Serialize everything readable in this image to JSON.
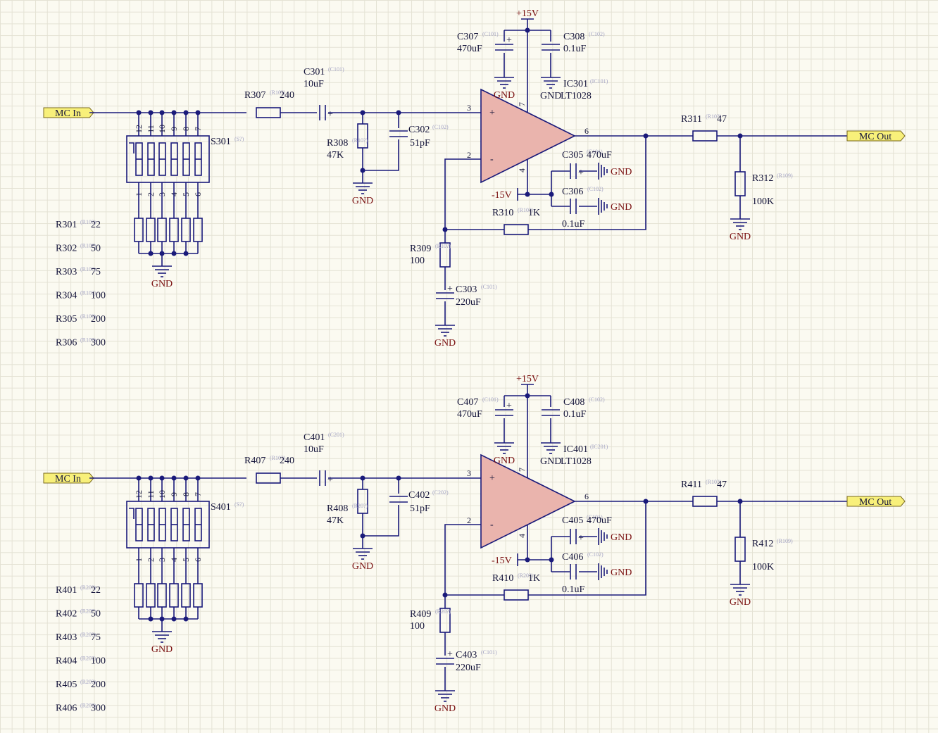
{
  "sheet": {
    "background": "#fbfaf1",
    "wire_color": "#1a1a7a",
    "opamp_fill": "#eab4ad",
    "port_fill": "#f8f07a"
  },
  "stages": [
    {
      "in_port": "MC In",
      "out_port": "MC Out",
      "switch": {
        "des": "S301",
        "comment": "(S?)"
      },
      "sw_pins_top": [
        "12",
        "11",
        "10",
        "9",
        "8",
        "7"
      ],
      "sw_pins_bot": [
        "1",
        "2",
        "3",
        "4",
        "5",
        "6"
      ],
      "sw_res": [
        {
          "des": "R301",
          "comment": "(R10?)",
          "val": "22"
        },
        {
          "des": "R302",
          "comment": "(R10?)",
          "val": "50"
        },
        {
          "des": "R303",
          "comment": "(R10?)",
          "val": "75"
        },
        {
          "des": "R304",
          "comment": "(R10?)",
          "val": "100"
        },
        {
          "des": "R305",
          "comment": "(R10?)",
          "val": "200"
        },
        {
          "des": "R306",
          "comment": "(R10?)",
          "val": "300"
        }
      ],
      "gnd": "GND",
      "r307": {
        "des": "R307",
        "comment": "(R10?)",
        "val": "240"
      },
      "c301": {
        "des": "C301",
        "comment": "(C101)",
        "val": "10uF"
      },
      "r308": {
        "des": "R308",
        "comment": "(R10?)",
        "val": "47K"
      },
      "c302": {
        "des": "C302",
        "comment": "(C102)",
        "val": "51pF"
      },
      "c307": {
        "des": "C307",
        "comment": "(C101)",
        "val": "470uF"
      },
      "c308": {
        "des": "C308",
        "comment": "(C102)",
        "val": "0.1uF"
      },
      "ic": {
        "des": "IC301",
        "comment": "(IC101)",
        "val": "LT1028"
      },
      "vpos": "+15V",
      "vneg": "-15V",
      "pins": {
        "p3": "3",
        "p2": "2",
        "p6": "6",
        "p7": "7",
        "p4": "4",
        "plus": "+",
        "minus": "-"
      },
      "c305": {
        "des": "C305",
        "comment": "(C101)",
        "val": "470uF"
      },
      "c306": {
        "des": "C306",
        "comment": "(C102)",
        "val": "0.1uF"
      },
      "r310": {
        "des": "R310",
        "comment": "(R10?)",
        "val": "1K"
      },
      "r309": {
        "des": "R309",
        "comment": "(R10?)",
        "val": "100"
      },
      "c303": {
        "des": "C303",
        "comment": "(C101)",
        "val": "220uF"
      },
      "r311": {
        "des": "R311",
        "comment": "(R10?)",
        "val": "47"
      },
      "r312": {
        "des": "R312",
        "comment": "(R109)",
        "val": "100K"
      }
    },
    {
      "in_port": "MC In",
      "out_port": "MC Out",
      "switch": {
        "des": "S401",
        "comment": "(S?)"
      },
      "sw_pins_top": [
        "12",
        "11",
        "10",
        "9",
        "8",
        "7"
      ],
      "sw_pins_bot": [
        "1",
        "2",
        "3",
        "4",
        "5",
        "6"
      ],
      "sw_res": [
        {
          "des": "R401",
          "comment": "(R20?)",
          "val": "22"
        },
        {
          "des": "R402",
          "comment": "(R20?)",
          "val": "50"
        },
        {
          "des": "R403",
          "comment": "(R20?)",
          "val": "75"
        },
        {
          "des": "R404",
          "comment": "(R20?)",
          "val": "100"
        },
        {
          "des": "R405",
          "comment": "(R20?)",
          "val": "200"
        },
        {
          "des": "R406",
          "comment": "(R20?)",
          "val": "300"
        }
      ],
      "gnd": "GND",
      "r307": {
        "des": "R407",
        "comment": "(R10?)",
        "val": "240"
      },
      "c301": {
        "des": "C401",
        "comment": "(C201)",
        "val": "10uF"
      },
      "r308": {
        "des": "R408",
        "comment": "(R20?)",
        "val": "47K"
      },
      "c302": {
        "des": "C402",
        "comment": "(C202)",
        "val": "51pF"
      },
      "c307": {
        "des": "C407",
        "comment": "(C101)",
        "val": "470uF"
      },
      "c308": {
        "des": "C408",
        "comment": "(C102)",
        "val": "0.1uF"
      },
      "ic": {
        "des": "IC401",
        "comment": "(IC201)",
        "val": "LT1028"
      },
      "vpos": "+15V",
      "vneg": "-15V",
      "pins": {
        "p3": "3",
        "p2": "2",
        "p6": "6",
        "p7": "7",
        "p4": "4",
        "plus": "+",
        "minus": "-"
      },
      "c305": {
        "des": "C405",
        "comment": "(C101)",
        "val": "470uF"
      },
      "c306": {
        "des": "C406",
        "comment": "(C102)",
        "val": "0.1uF"
      },
      "r310": {
        "des": "R410",
        "comment": "(R20?)",
        "val": "1K"
      },
      "r309": {
        "des": "R409",
        "comment": "(R20?)",
        "val": "100"
      },
      "c303": {
        "des": "C403",
        "comment": "(C101)",
        "val": "220uF"
      },
      "r311": {
        "des": "R411",
        "comment": "(R10?)",
        "val": "47"
      },
      "r412": null,
      "r312": {
        "des": "R412",
        "comment": "(R109)",
        "val": "100K"
      }
    }
  ]
}
